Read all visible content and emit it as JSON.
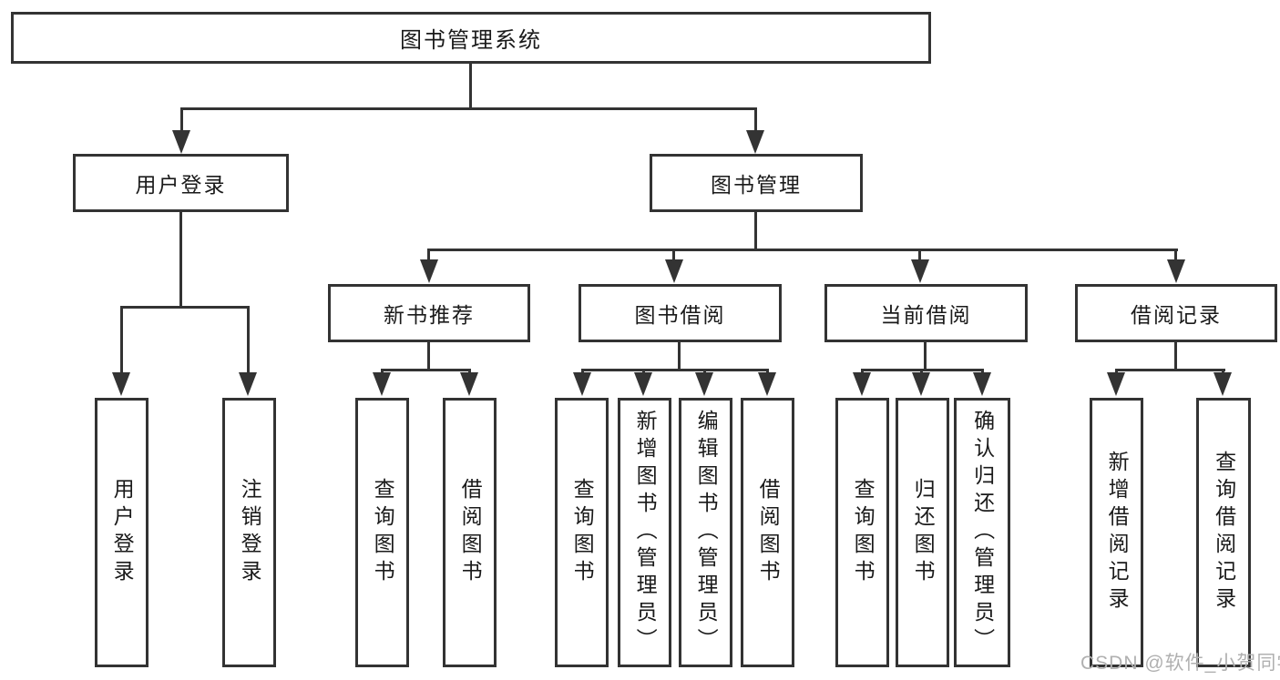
{
  "tree": {
    "root": "图书管理系统",
    "children": [
      {
        "label": "用户登录",
        "children": [
          {
            "label": "用户登录"
          },
          {
            "label": "注销登录"
          }
        ]
      },
      {
        "label": "图书管理",
        "children": [
          {
            "label": "新书推荐",
            "children": [
              {
                "label": "查询图书"
              },
              {
                "label": "借阅图书"
              }
            ]
          },
          {
            "label": "图书借阅",
            "children": [
              {
                "label": "查询图书"
              },
              {
                "label": "新增图书（管理员）"
              },
              {
                "label": "编辑图书（管理员）"
              },
              {
                "label": "借阅图书"
              }
            ]
          },
          {
            "label": "当前借阅",
            "children": [
              {
                "label": "查询图书"
              },
              {
                "label": "归还图书"
              },
              {
                "label": "确认归还（管理员）"
              }
            ]
          },
          {
            "label": "借阅记录",
            "children": [
              {
                "label": "新增借阅记录"
              },
              {
                "label": "查询借阅记录"
              }
            ]
          }
        ]
      }
    ]
  },
  "watermark": "CSDN @软件_小贺同学",
  "colors": {
    "line": "#333333",
    "text": "#1a1a1a",
    "watermark_gray": "#b0b0b0",
    "background": "#ffffff"
  }
}
